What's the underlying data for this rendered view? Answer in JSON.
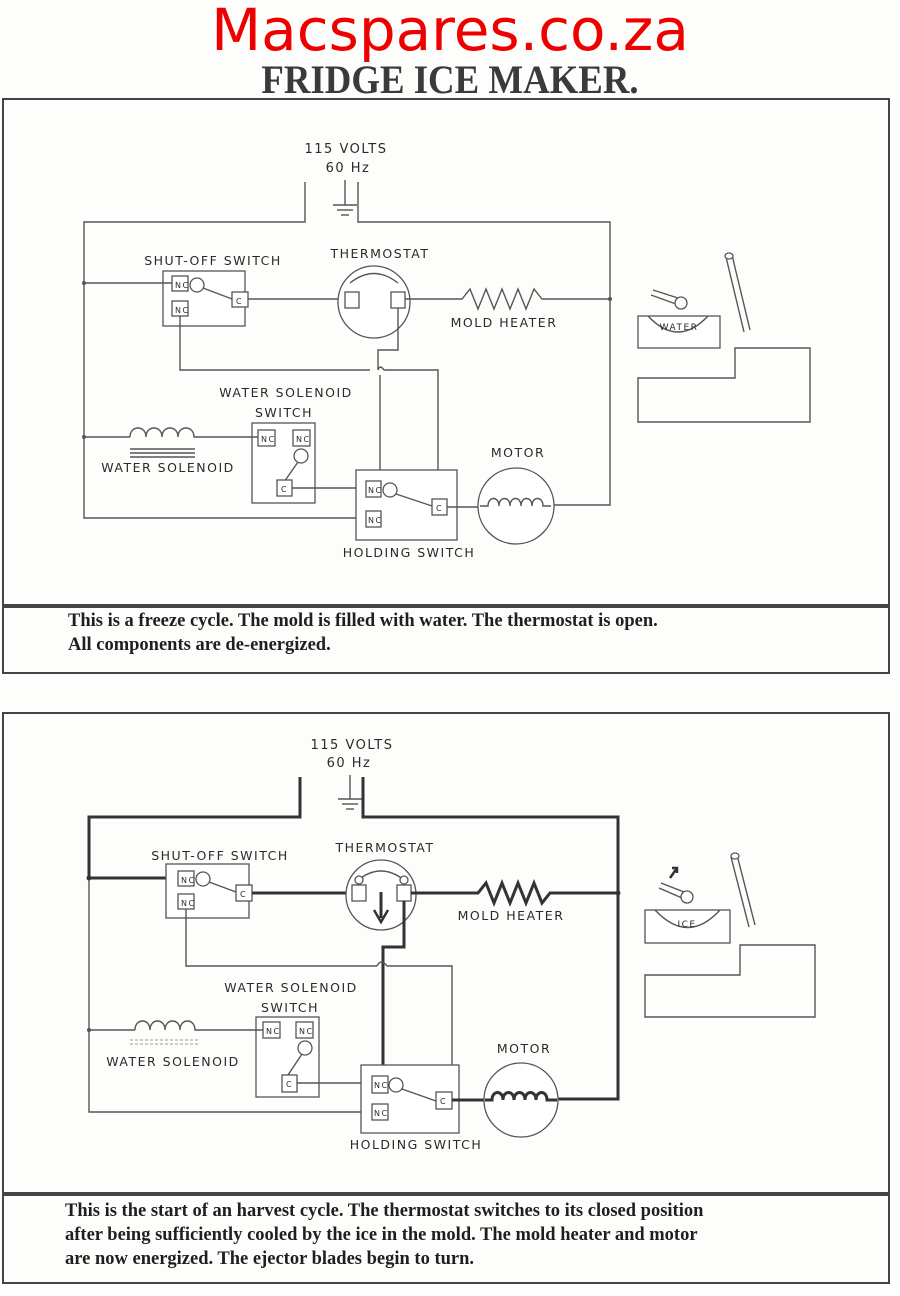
{
  "header": {
    "site": "Macspares.co.za",
    "title": "FRIDGE ICE MAKER."
  },
  "diagrams": [
    {
      "power": "115 VOLTS",
      "freq": "60 Hz",
      "labels": {
        "shutoff": "SHUT-OFF SWITCH",
        "thermostat": "THERMOSTAT",
        "heater": "MOLD HEATER",
        "wss1": "WATER SOLENOID",
        "wss2": "SWITCH",
        "solenoid": "WATER SOLENOID",
        "motor": "MOTOR",
        "holding": "HOLDING SWITCH",
        "mold": "WATER"
      },
      "contacts": {
        "nc": "NC",
        "c": "C"
      },
      "caption": [
        "This is a freeze cycle.  The mold is filled with water.  The thermostat is open.",
        "All components are de-energized."
      ]
    },
    {
      "power": "115 VOLTS",
      "freq": "60 Hz",
      "labels": {
        "shutoff": "SHUT-OFF SWITCH",
        "thermostat": "THERMOSTAT",
        "heater": "MOLD HEATER",
        "wss1": "WATER SOLENOID",
        "wss2": "SWITCH",
        "solenoid": "WATER SOLENOID",
        "motor": "MOTOR",
        "holding": "HOLDING SWITCH",
        "mold": "ICE"
      },
      "contacts": {
        "nc": "NC",
        "c": "C"
      },
      "caption": [
        "This is the start of an harvest cycle.  The thermostat switches to its closed position",
        "after being sufficiently cooled by the ice in the mold.  The mold heater and motor",
        "are now energized.  The ejector   blades begin to turn."
      ]
    }
  ]
}
